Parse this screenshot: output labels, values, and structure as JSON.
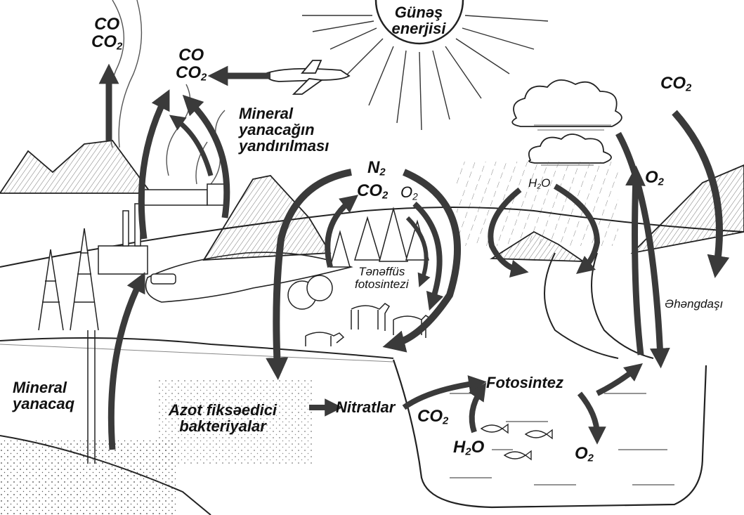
{
  "labels": {
    "sun": {
      "line1": "Günəş",
      "line2": "enerjisi"
    },
    "volcano_gases": {
      "co": "CO",
      "co2_base": "CO",
      "co2_sub": "2"
    },
    "plane_gases": {
      "co": "CO",
      "co2_base": "CO",
      "co2_sub": "2"
    },
    "fuel_burning": {
      "line1": "Mineral",
      "line2": "yanacağın",
      "line3": "yandırılması"
    },
    "forest_gases": {
      "n2_base": "N",
      "n2_sub": "2",
      "co2_base": "CO",
      "co2_sub": "2",
      "o2_base": "O",
      "o2_sub": "2"
    },
    "respiration": {
      "line1": "Tənəffüs",
      "line2": "fotosintezi"
    },
    "rain_water": {
      "base": "H",
      "sub": "2",
      "tail": "O"
    },
    "sky_co2": {
      "base": "CO",
      "sub": "2"
    },
    "right_o2": {
      "base": "O",
      "sub": "2"
    },
    "limestone": "Əhəngdaşı",
    "mineral_fuel": {
      "line1": "Mineral",
      "line2": "yanacaq"
    },
    "nitrogen_bacteria": {
      "line1": "Azot fiksəedici",
      "line2": "bakteriyalar"
    },
    "nitrates": "Nitratlar",
    "photosynthesis": "Fotosintez",
    "water_co2": {
      "base": "CO",
      "sub": "2"
    },
    "water_h2o": {
      "base": "H",
      "sub": "2",
      "tail": "O"
    },
    "water_o2": {
      "base": "O",
      "sub": "2"
    }
  }
}
